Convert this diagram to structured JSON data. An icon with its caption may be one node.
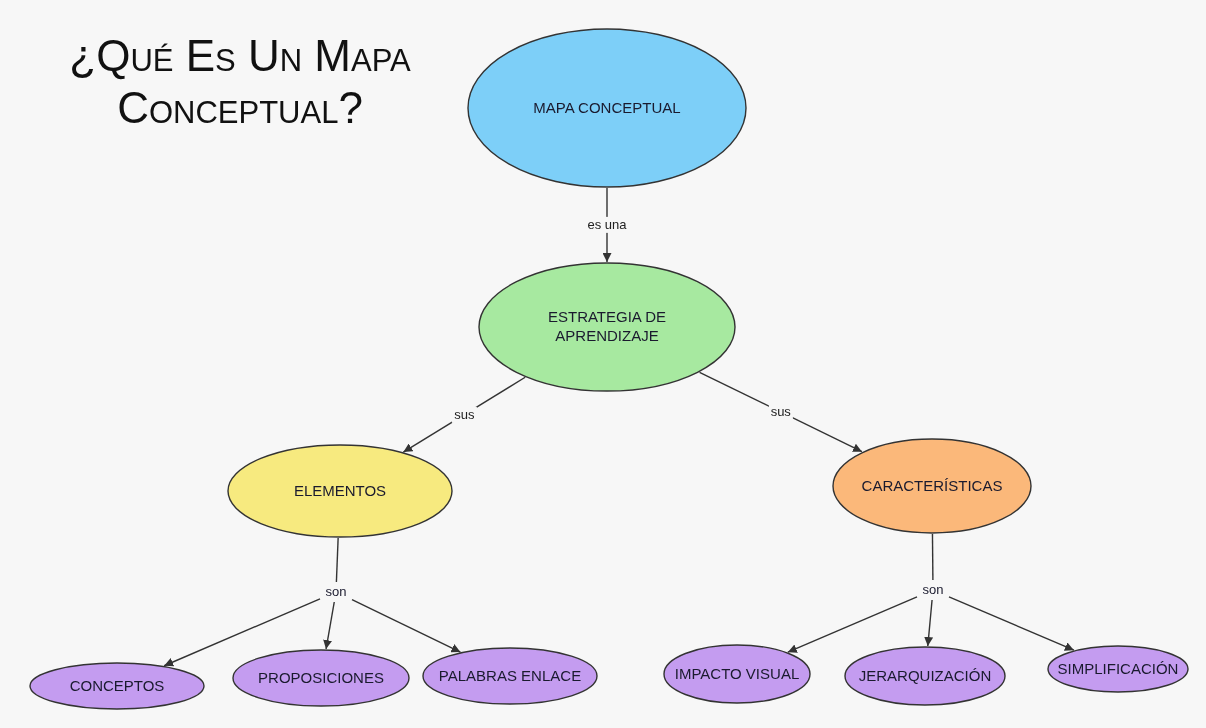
{
  "diagram": {
    "title": "¿Qué Es Un Mapa Conceptual?",
    "nodes": [
      {
        "text": [
          "MAPA CONCEPTUAL"
        ]
      },
      {
        "text": [
          "ESTRATEGIA DE APRENDIZAJE"
        ]
      },
      {
        "text": [
          "ELEMENTOS"
        ]
      },
      {
        "text": [
          "CARACTERÍSTICAS"
        ]
      },
      {
        "text": [
          "son"
        ]
      },
      {
        "text": [
          "CONCEPTOS"
        ]
      },
      {
        "text": [
          "PROPOSICIONES"
        ]
      },
      {
        "text": [
          "PALABRAS ENLACE"
        ]
      },
      {
        "text": [
          "son"
        ]
      },
      {
        "text": [
          "IMPACTO VISUAL"
        ]
      },
      {
        "text": [
          "JERARQUIZACIÓN"
        ]
      },
      {
        "text": [
          "SIMPLIFICACIÓN"
        ]
      }
    ],
    "edges": [
      {
        "from": 0,
        "to": 1,
        "arrow": "to",
        "label": "es una"
      },
      {
        "from": 1,
        "to": 2,
        "arrow": "to",
        "label": "sus"
      },
      {
        "from": 1,
        "to": 3,
        "arrow": "to",
        "label": "sus"
      },
      {
        "from": 2,
        "to": 4,
        "arrow": "none"
      },
      {
        "from": 4,
        "to": 5,
        "arrow": "to"
      },
      {
        "from": 4,
        "to": 6,
        "arrow": "to"
      },
      {
        "from": 4,
        "to": 7,
        "arrow": "to"
      },
      {
        "from": 3,
        "to": 8,
        "arrow": "none"
      },
      {
        "from": 8,
        "to": 9,
        "arrow": "to"
      },
      {
        "from": 8,
        "to": 10,
        "arrow": "to"
      },
      {
        "from": 8,
        "to": 11,
        "arrow": "to"
      }
    ]
  }
}
